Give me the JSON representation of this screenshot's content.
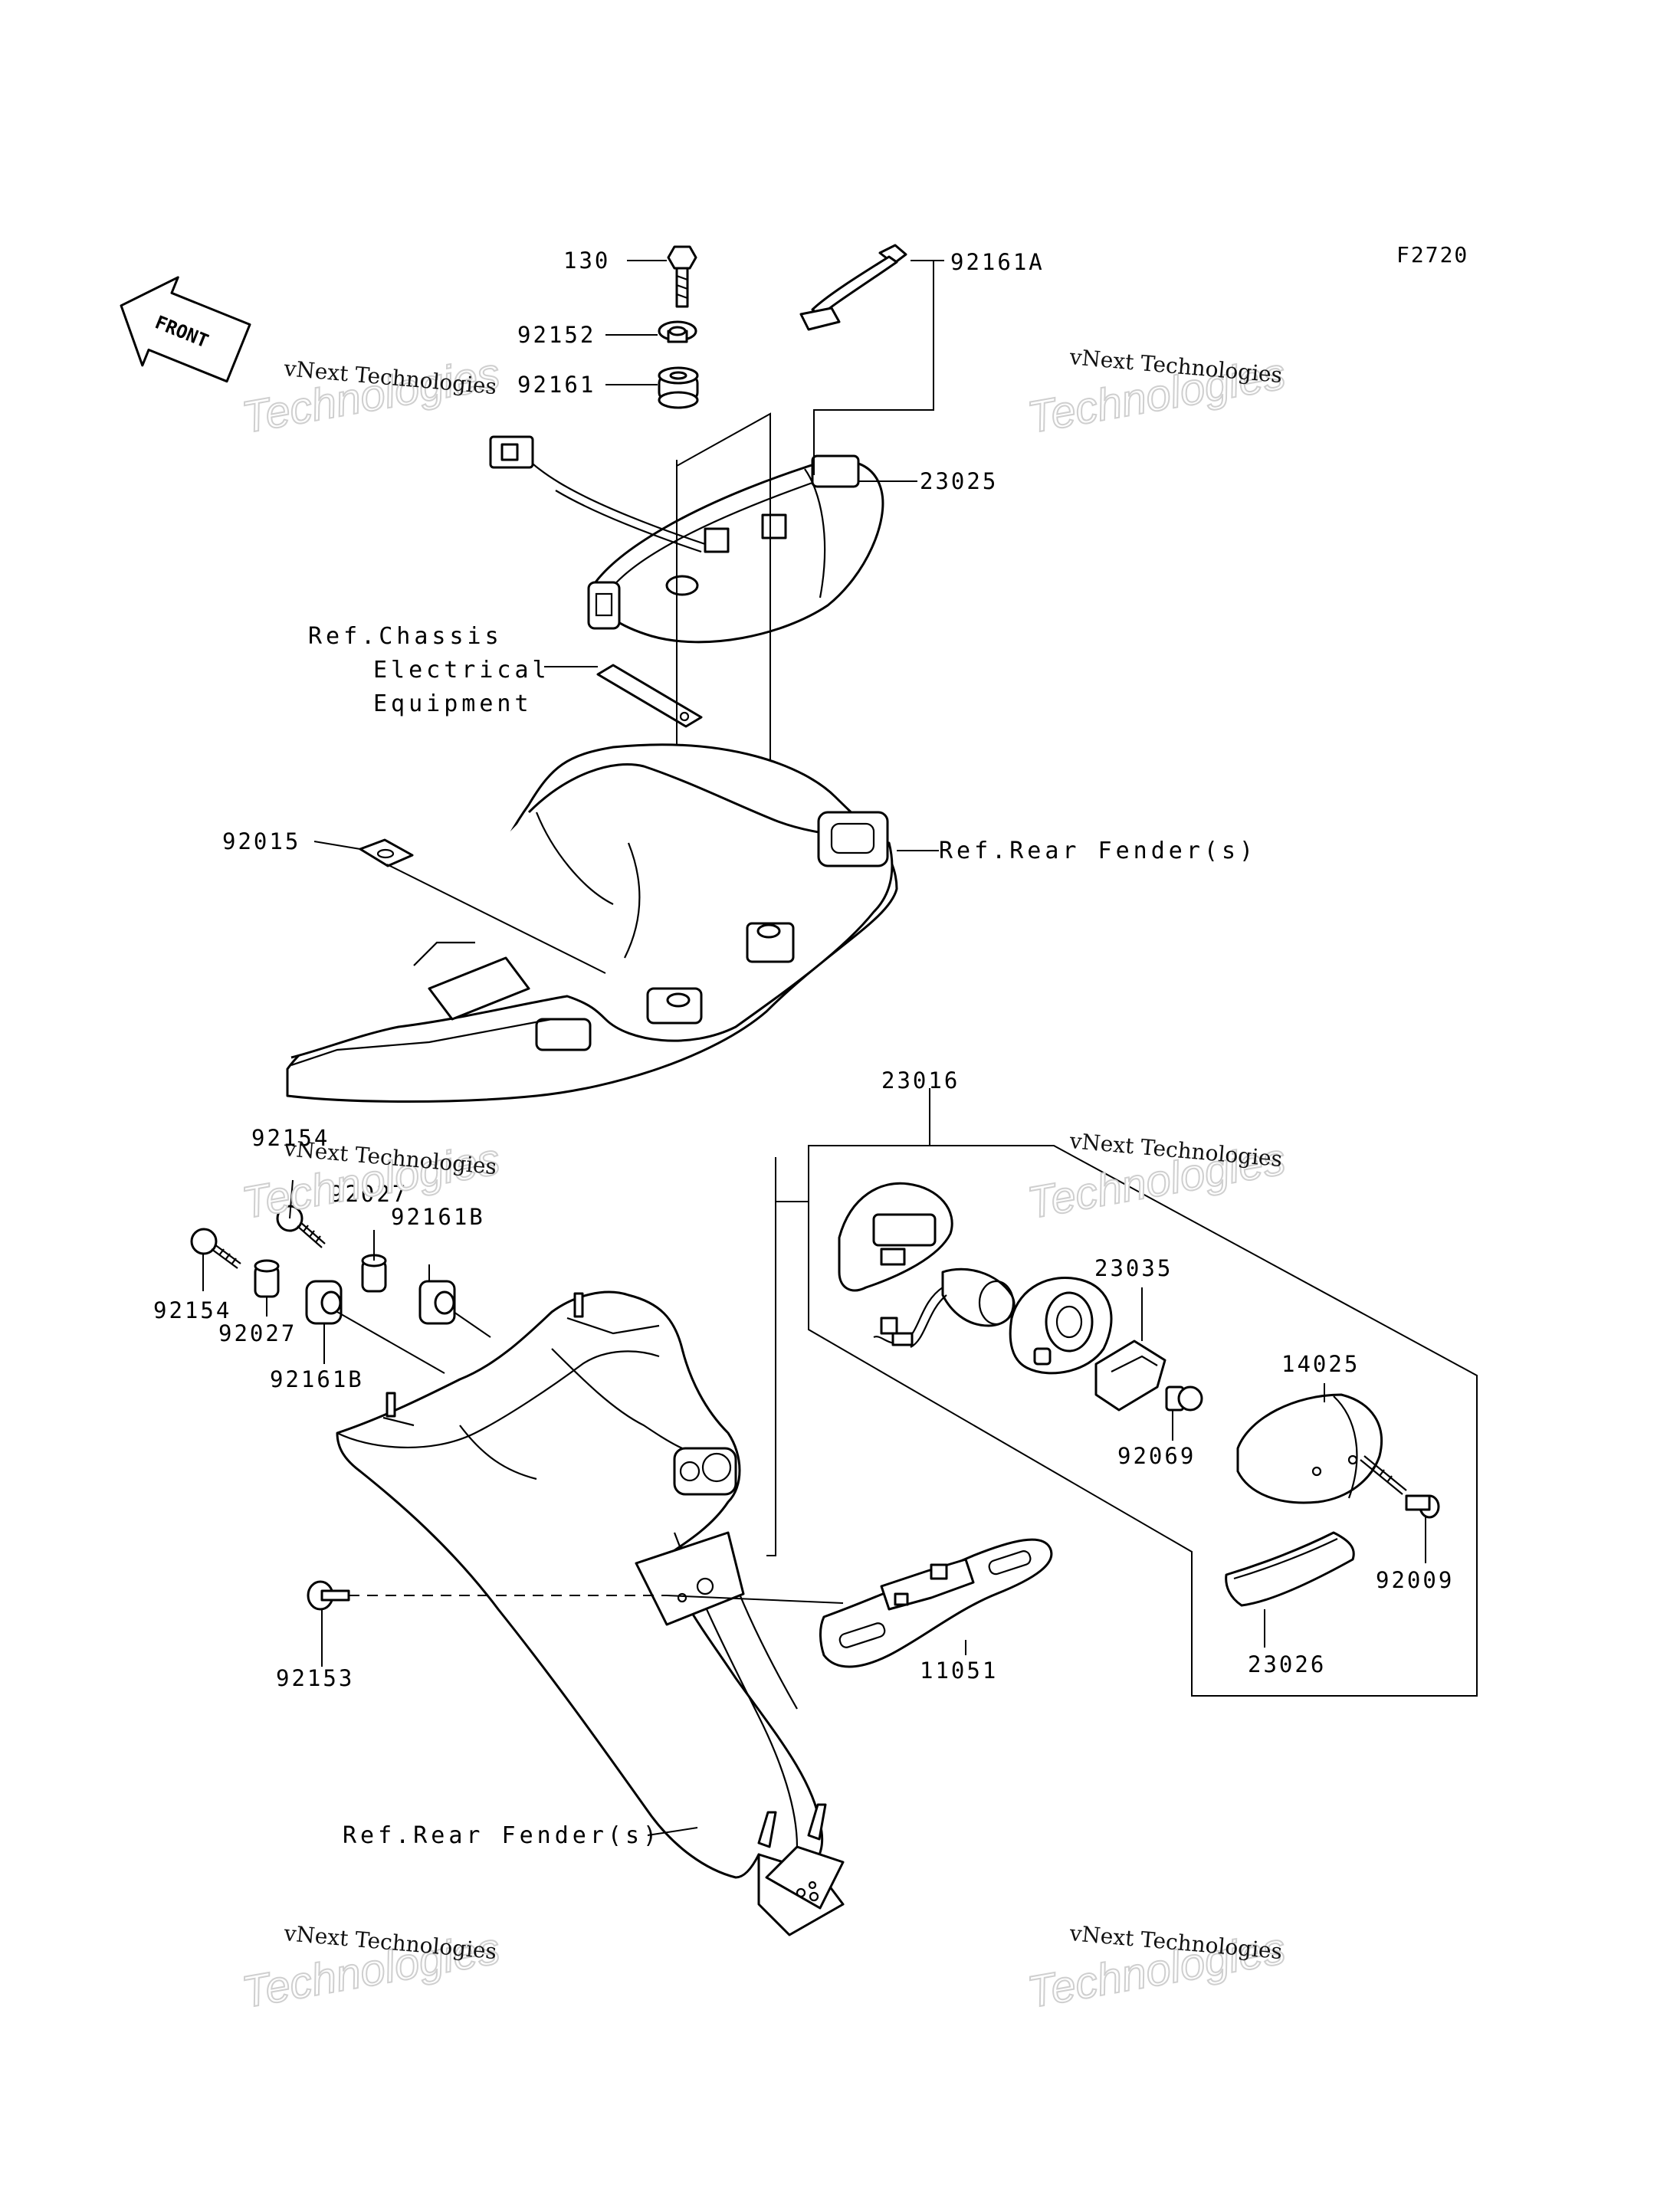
{
  "diagram_code": "F2720",
  "front_label": "FRONT",
  "watermark": {
    "line1": "vNext Technologies",
    "line2": "Technologies"
  },
  "callouts": {
    "p130": "130",
    "p92161A": "92161A",
    "p92152": "92152",
    "p92161": "92161",
    "p23025": "23025",
    "p92015": "92015",
    "p23016": "23016",
    "p92154_top": "92154",
    "p92027_top": "92027",
    "p92161B_top": "92161B",
    "p92154_bottom": "92154",
    "p92027_bottom": "92027",
    "p92161B_bottom": "92161B",
    "p23035": "23035",
    "p14025": "14025",
    "p92069": "92069",
    "p92009": "92009",
    "p11051": "11051",
    "p23026": "23026",
    "p92153": "92153"
  },
  "references": {
    "chassis_line1": "Ref.Chassis",
    "chassis_line2": "Electrical",
    "chassis_line3": "Equipment",
    "rear_fender_top": "Ref.Rear Fender(s)",
    "rear_fender_bottom": "Ref.Rear Fender(s)"
  }
}
